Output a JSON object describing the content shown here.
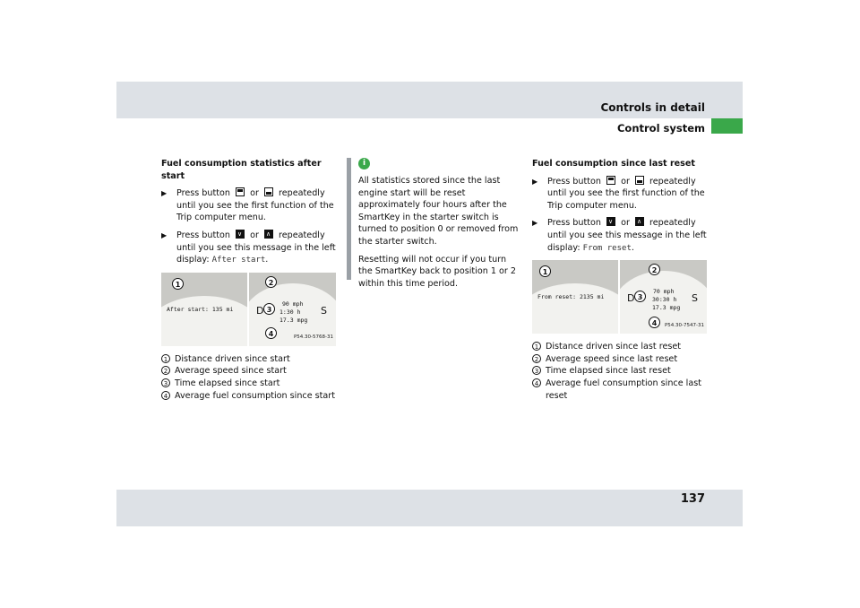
{
  "header": {
    "title": "Controls in detail",
    "subtitle": "Control system"
  },
  "page_number": "137",
  "colors": {
    "band": "#dde1e6",
    "accent_green": "#3aa84a",
    "sidebar_bar": "#9aa0a6"
  },
  "col1": {
    "heading": "Fuel consumption statistics after start",
    "steps": [
      {
        "a": "Press button",
        "b": "or",
        "c": "repeatedly until you see the first function of the Trip computer menu."
      },
      {
        "a": "Press button",
        "b": "or",
        "c": "repeatedly until you see this message in the left display:",
        "mono": "After start",
        "end": "."
      }
    ],
    "figure": {
      "left_lcd": "After start:   135 mi",
      "right_lcd": [
        "90 mph",
        "1:30 h",
        "17.3 mpg"
      ],
      "D": "D",
      "S": "S",
      "code": "P54.30-5768-31"
    },
    "callouts": [
      "1",
      "2",
      "3",
      "4"
    ],
    "legend": [
      {
        "n": "1",
        "text": "Distance driven since start"
      },
      {
        "n": "2",
        "text": "Average speed since start"
      },
      {
        "n": "3",
        "text": "Time elapsed since start"
      },
      {
        "n": "4",
        "text": "Average fuel consumption since start"
      }
    ]
  },
  "col2": {
    "icon": "i",
    "p1": "All statistics stored since the last engine start will be reset approximately four hours after the SmartKey in the starter switch is turned to position 0 or removed from the starter switch.",
    "p2": "Resetting will not occur if you turn the SmartKey back to position 1 or 2 within this time period."
  },
  "col3": {
    "heading": "Fuel consumption since last reset",
    "steps": [
      {
        "a": "Press button",
        "b": "or",
        "c": "repeatedly until you see the first function of the Trip computer menu."
      },
      {
        "a": "Press button",
        "b": "or",
        "c": "repeatedly until you see this message in the left display:",
        "mono": "From reset",
        "end": "."
      }
    ],
    "figure": {
      "left_lcd": "From reset:  2135 mi",
      "right_lcd": [
        "70 mph",
        "30:30 h",
        "17.3 mpg"
      ],
      "D": "D",
      "S": "S",
      "code": "P54.30-7547-31"
    },
    "callouts": [
      "1",
      "2",
      "3",
      "4"
    ],
    "legend": [
      {
        "n": "1",
        "text": "Distance driven since last reset"
      },
      {
        "n": "2",
        "text": "Average speed since last reset"
      },
      {
        "n": "3",
        "text": "Time elapsed since last reset"
      },
      {
        "n": "4",
        "text": "Average fuel consumption since last reset"
      }
    ]
  }
}
